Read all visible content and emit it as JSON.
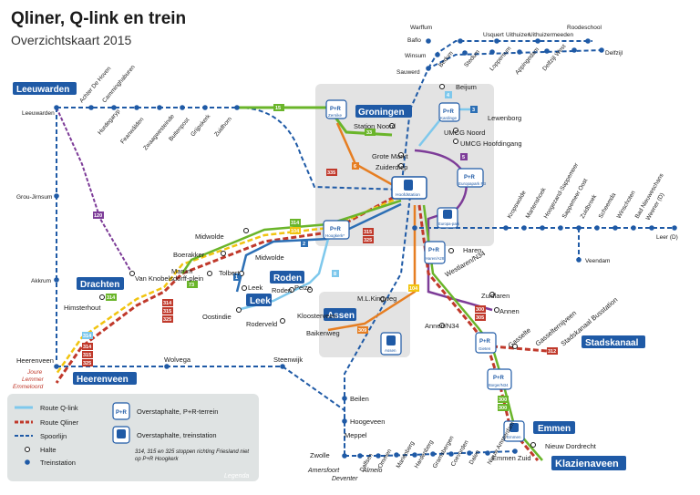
{
  "title": "Qliner, Q-link en trein",
  "subtitle": "Overzichtskaart 2015",
  "cities": {
    "leeuwarden": "Leeuwarden",
    "groningen": "Groningen",
    "drachten": "Drachten",
    "heerenveen": "Heerenveen",
    "roden": "Roden",
    "leek": "Leek",
    "assen": "Assen",
    "stadskanaal": "Stadskanaal",
    "emmen": "Emmen",
    "klazienaveen": "Klazienaveen"
  },
  "stops": {
    "warffum": "Warffum",
    "baflo": "Baflo",
    "usquert": "Usquert",
    "uithuizen": "Uithuizen",
    "uithuizermeeden": "Uithuizermeeden",
    "roodeschool": "Roodeschool",
    "winsum": "Winsum",
    "sauwerd": "Sauwerd",
    "bedum": "Bedum",
    "stedum": "Stedum",
    "loppersum": "Loppersum",
    "appingedam": "Appingedam",
    "delfzijl_west": "Delfzijl West",
    "delfzijl": "Delfzijl",
    "achter_de_hoven": "Achter De Hoven",
    "camminghaburen": "Camminghaburen",
    "hurdegaryp": "Hurdegaryp",
    "feanwalden": "Feanwâlden",
    "zwaagwesteinde": "Zwaagwesteinde",
    "buitenpost": "Buitenpost",
    "grijpskerk": "Grijpskerk",
    "zuidhorn": "Zuidhorn",
    "leeuwarden_st": "Leeuwarden",
    "zernike": "Zernike",
    "station_noord": "Station Noord",
    "beijum": "Beijum",
    "kardinge": "Kardinge",
    "lewenborg": "Lewenborg",
    "umcg_noord": "UMCG Noord",
    "umcg_hoofdingang": "UMCG Hoofdingang",
    "grote_markt": "Grote Markt",
    "zuiderdiep": "Zuiderdiep",
    "hoofdstation": "Hoofdstation",
    "europapark_p3": "Europapark P3",
    "europapark": "Europa-park",
    "kropswolde": "Kropswolde",
    "martenshoek": "Martenshoek",
    "hoogezand": "Hoogezand-Sappemeer",
    "sappemeer_oost": "Sappemeer Oost",
    "zuidbroek": "Zuidbroek",
    "scheemda": "Scheemda",
    "winschoten": "Winschoten",
    "bad_nieuweschans": "Bad Nieuweschans",
    "weener": "Weener (D)",
    "leer": "Leer (D)",
    "veendam": "Veendam",
    "grou_jirnsum": "Grou-Jirnsum",
    "akkrum": "Akkrum",
    "midwolde1": "Midwolde",
    "boerakker": "Boerakker",
    "marum": "Marum",
    "van_knobel": "Van Knobelsdorff-plein",
    "himsterhout": "Himsterhout",
    "tolbert": "Tolbert",
    "leek_stop": "Leek",
    "oostindie": "Oostindie",
    "midwolde2": "Midwolde",
    "roden_stop": "Roden",
    "peize": "Peize",
    "roderveld": "Roderveld",
    "hoogkerk": "Hoogkerk*",
    "haren": "Haren",
    "haren_a28": "Haren/A28",
    "westlaren": "Westlaren/N34",
    "zuidlaren": "Zuidlaren",
    "annen": "Annen",
    "annen_n34": "Annen/N34",
    "ml_kingweg": "M.L.Kingweg",
    "kloosterveen": "Kloosterveen",
    "baikenweg": "Baikenweg",
    "assen_st": "Assen",
    "gieten": "Gieten",
    "gasselte": "Gasselte",
    "gasselternijveen": "Gasselternijveen",
    "stadskanaal_bus": "Stadskanaal Busstation",
    "borger": "Borger/N34",
    "emmen_st": "Emmen",
    "nieuw_dordrecht": "Nieuw Dordrecht",
    "emmen_zuid": "Emmen Zuid",
    "heerenveen_st": "Heerenveen",
    "joure": "Joure",
    "lemmer": "Lemmer",
    "emmeloord": "Emmeloord",
    "wolvega": "Wolvega",
    "steenwijk": "Steenwijk",
    "beilen": "Beilen",
    "hoogeveen": "Hoogeveen",
    "meppel": "Meppel",
    "zwolle": "Zwolle",
    "amersfoort": "Amersfoort",
    "deventer": "Deventer",
    "almelo": "Almelo",
    "dalfsen": "Dalfsen",
    "ommen": "Ommen",
    "mariënberg": "Mariënberg",
    "hardenberg": "Hardenberg",
    "gramsbergen": "Gramsbergen",
    "coevorden": "Coevorden",
    "dalen": "Dalen",
    "nieuw_amsterdam": "Nieuw Amsterdam"
  },
  "pr_label": "P+R",
  "line_numbers": {
    "l1": "1",
    "l2": "2",
    "l3": "3",
    "l4": "4",
    "l5": "5",
    "l6": "6",
    "l8": "8",
    "l15": "15",
    "l33": "33",
    "l73": "73",
    "l104": "104",
    "l120": "120",
    "l300": "300",
    "l305": "305",
    "l309": "309",
    "l312": "312",
    "l314": "314",
    "l315": "315",
    "l325": "325",
    "l335": "335"
  },
  "legend": {
    "route_qlink": "Route Q-link",
    "route_qliner": "Route Qliner",
    "spoorlijn": "Spoorlijn",
    "halte": "Halte",
    "treinstation": "Treinstation",
    "overstap_pr": "Overstaphalte, P+R-terrein",
    "overstap_trein": "Overstaphalte, treinstation",
    "note": "314, 315 en 325 stoppen richting Friesland niet op P+R Hoogkerk",
    "tag": "Legenda"
  },
  "colors": {
    "rail": "#1f5aa6",
    "city": "#1f5aa6",
    "qliner_red": "#c0392b",
    "qliner_yellow": "#f1c40f",
    "qlink_green": "#6ab52a",
    "qlink_lightblue": "#7ec8ec",
    "qlink_orange": "#e67e22",
    "qlink_purple": "#7d3c98",
    "qlink_darkblue": "#2c6fb5",
    "gray_area": "#e3e3e3",
    "legend_bg": "#dfe3e3"
  }
}
